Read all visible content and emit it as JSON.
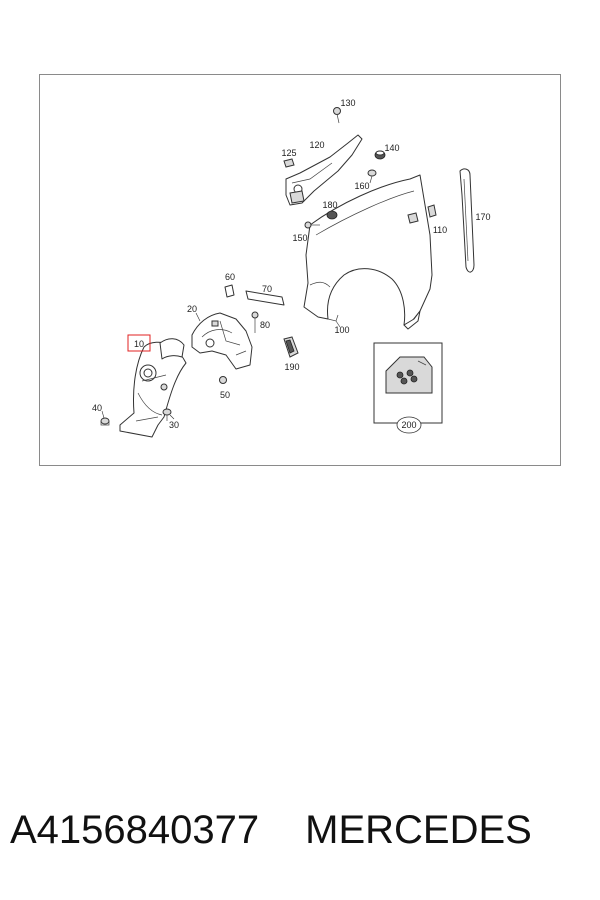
{
  "callouts": {
    "c10": "10",
    "c20": "20",
    "c30": "30",
    "c40": "40",
    "c50": "50",
    "c60": "60",
    "c70": "70",
    "c80": "80",
    "c100": "100",
    "c110": "110",
    "c120": "120",
    "c125": "125",
    "c130": "130",
    "c140": "140",
    "c150": "150",
    "c160": "160",
    "c170": "170",
    "c180": "180",
    "c190": "190",
    "c200": "200"
  },
  "highlight_color": "#e02020",
  "caption": {
    "part_number": "A4156840377",
    "brand": "MERCEDES"
  }
}
